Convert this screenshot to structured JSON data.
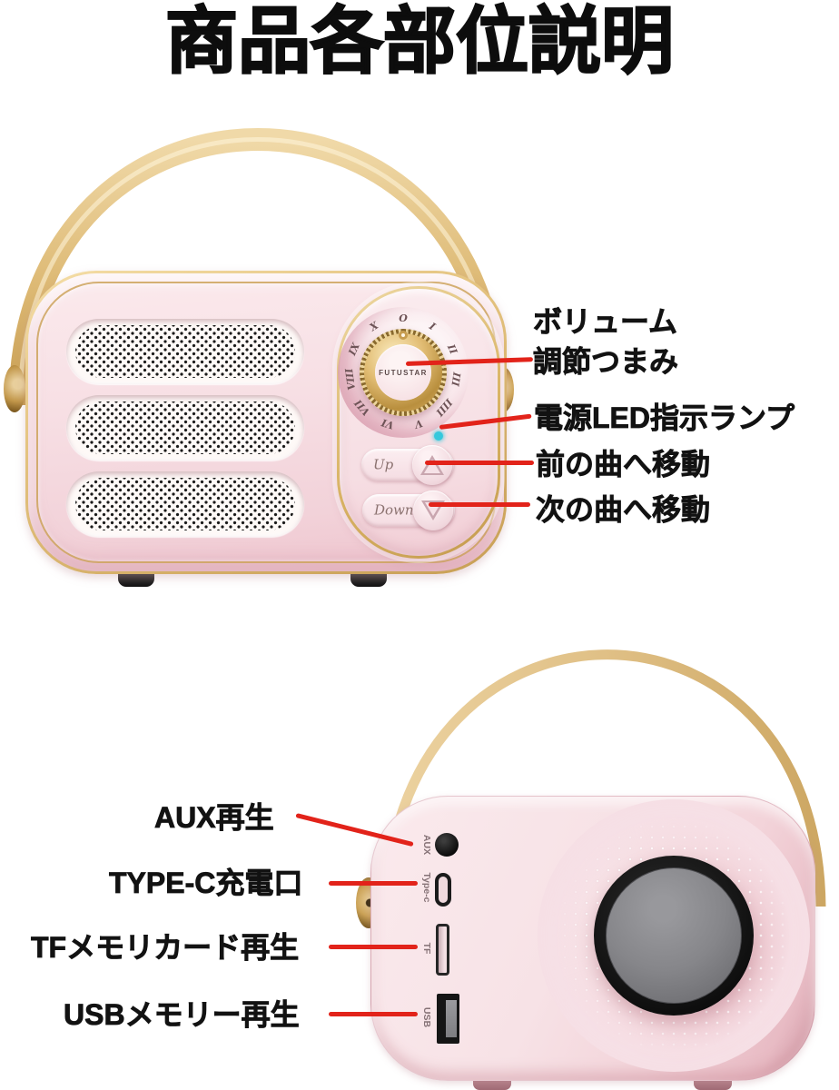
{
  "title": "商品各部位説明",
  "front": {
    "brand": "FUTUSTAR",
    "dial_numerals": [
      "O",
      "I",
      "II",
      "III",
      "IIII",
      "V",
      "VI",
      "VII",
      "VIII",
      "IX",
      "X"
    ],
    "up_label": "Up",
    "down_label": "Down",
    "callouts": {
      "volume_line1": "ボリューム",
      "volume_line2": "調節つまみ",
      "led": "電源LED指示ランプ",
      "prev": "前の曲へ移動",
      "next": "次の曲へ移動"
    }
  },
  "back": {
    "ports": {
      "aux": {
        "device_label": "AUX",
        "callout": "AUX再生"
      },
      "typec": {
        "device_label": "Type-c",
        "callout": "TYPE-C充電口"
      },
      "tf": {
        "device_label": "TF",
        "callout": "TFメモリカード再生"
      },
      "usb": {
        "device_label": "USB",
        "callout": "USBメモリー再生"
      }
    }
  },
  "colors": {
    "accent_red": "#e2231a",
    "body_pink": "#f7e0e5",
    "gold": "#d0a75c",
    "led_cyan": "#35c8dc"
  }
}
